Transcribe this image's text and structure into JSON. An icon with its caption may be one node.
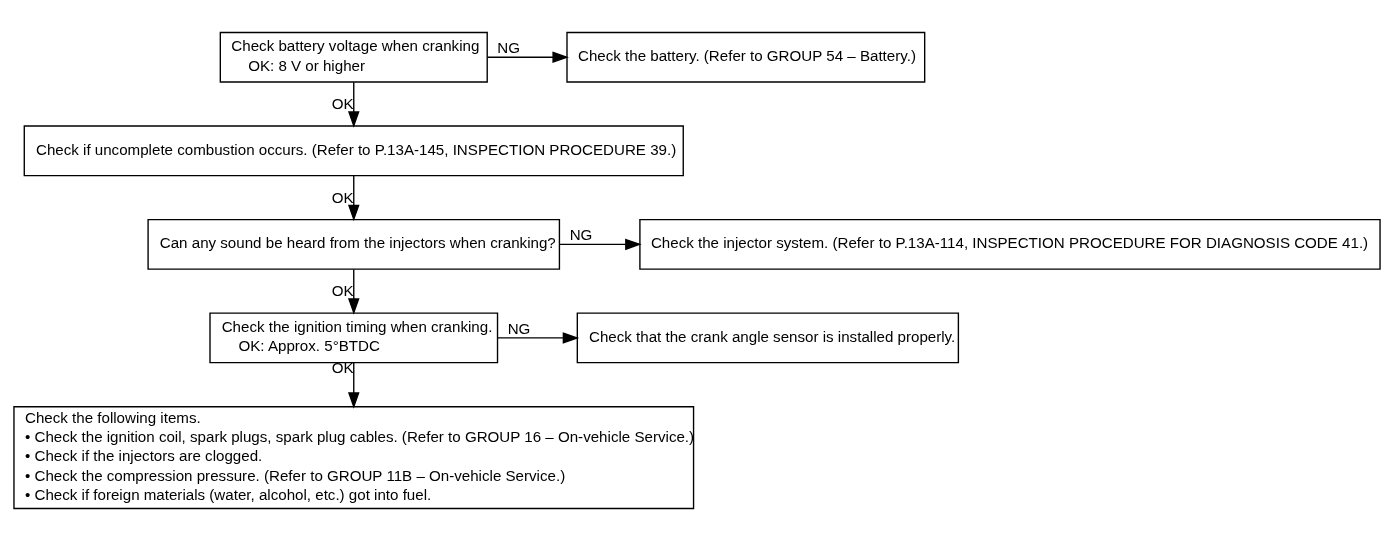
{
  "diagram": {
    "nodes": [
      {
        "text": [
          "Check battery voltage when cranking",
          "OK: 8 V or higher"
        ]
      },
      {
        "text": [
          "Check the battery. (Refer to GROUP 54 – Battery.)"
        ]
      },
      {
        "text": [
          "Check if uncomplete combustion occurs. (Refer to P.13A-145, INSPECTION PROCEDURE 39.)"
        ]
      },
      {
        "text": [
          "Can any sound be heard from the injectors when cranking?"
        ]
      },
      {
        "text": [
          "Check the injector system. (Refer to P.13A-114, INSPECTION PROCEDURE FOR DIAGNOSIS CODE 41.)"
        ]
      },
      {
        "text": [
          "Check the ignition timing when cranking.",
          "OK: Approx. 5°BTDC"
        ]
      },
      {
        "text": [
          "Check that the crank angle sensor is installed properly."
        ]
      },
      {
        "text": [
          "Check the following items.",
          "• Check the ignition coil, spark plugs, spark plug cables. (Refer to GROUP 16 – On-vehicle Service.)",
          "• Check if the injectors are clogged.",
          "• Check the compression pressure. (Refer to GROUP 11B – On-vehicle Service.)",
          "• Check if foreign materials (water, alcohol, etc.) got into fuel."
        ]
      }
    ],
    "edges": [
      {
        "from": 0,
        "to": 1,
        "arrow": "to",
        "label": "NG"
      },
      {
        "from": 0,
        "to": 2,
        "arrow": "to",
        "label": "OK"
      },
      {
        "from": 2,
        "to": 3,
        "arrow": "to",
        "label": "OK"
      },
      {
        "from": 3,
        "to": 4,
        "arrow": "to",
        "label": "NG"
      },
      {
        "from": 3,
        "to": 5,
        "arrow": "to",
        "label": "OK"
      },
      {
        "from": 5,
        "to": 6,
        "arrow": "to",
        "label": "NG"
      },
      {
        "from": 5,
        "to": 7,
        "arrow": "to",
        "label": "OK"
      }
    ]
  }
}
